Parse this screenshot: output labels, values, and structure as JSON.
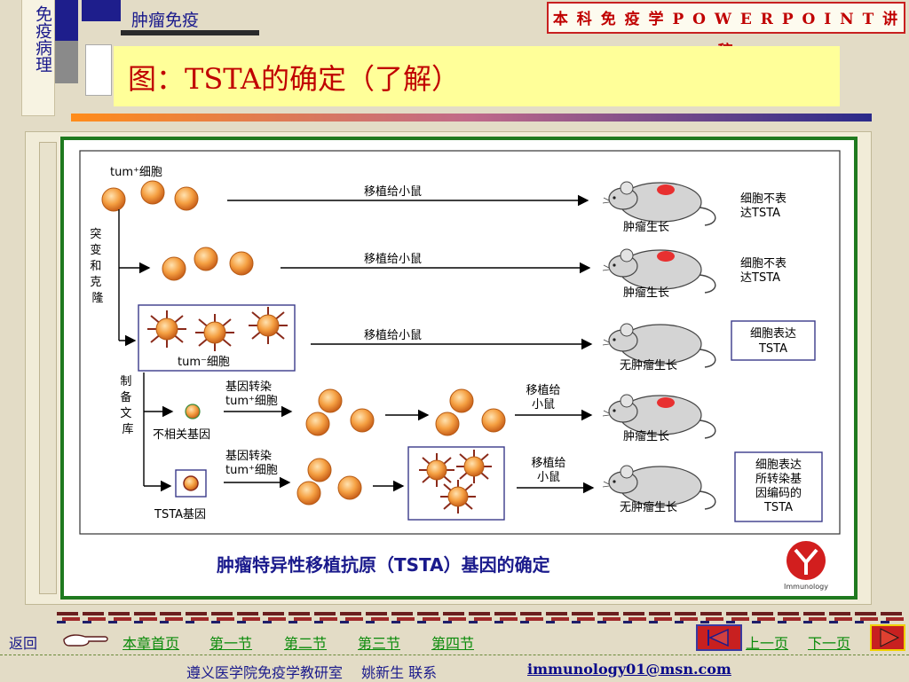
{
  "sidebar": {
    "vertical_title": "免疫病理"
  },
  "header": {
    "subject": "肿瘤免疫",
    "course": "本 科 免 疫 学 P O W E R P O I N T 讲 稿",
    "title": "图：TSTA的确定（了解）"
  },
  "figure": {
    "tum_plus": "tum⁺细胞",
    "mutate": [
      "突",
      "变",
      "和",
      "克",
      "隆"
    ],
    "transplant": "移植给小鼠",
    "transplant_l1": "移植给",
    "transplant_l2": "小鼠",
    "tumor_grows": "肿瘤生长",
    "no_tumor": "无肿瘤生长",
    "not_express_1": "细胞不表",
    "not_express_2": "达TSTA",
    "express_1": "细胞表达",
    "express_2": "TSTA",
    "tum_minus": "tum⁻细胞",
    "library": [
      "制",
      "备",
      "文",
      "库"
    ],
    "transfect_1": "基因转染",
    "transfect_2": "tum⁺细胞",
    "unrelated_gene": "不相关基因",
    "tsta_gene": "TSTA基因",
    "encode_1": "细胞表达",
    "encode_2": "所转染基",
    "encode_3": "因编码的",
    "encode_4": "TSTA",
    "caption": "肿瘤特异性移植抗原（TSTA）基因的确定",
    "logo_text": "Immunology"
  },
  "nav": {
    "back": "返回",
    "chapter_home": "本章首页",
    "sec1": "第一节",
    "sec2": "第二节",
    "sec3": "第三节",
    "sec4": "第四节",
    "prev": "上一页",
    "next": "下一页"
  },
  "footer": {
    "text": "遵义医学院免疫学教研室　 姚新生 联系",
    "email": "immunology01@msn.com"
  },
  "colors": {
    "accent": "#c00000",
    "nav_text": "#0a8a0a",
    "frame_green": "#1f7a1f",
    "cell_orange": "#f0892a"
  }
}
